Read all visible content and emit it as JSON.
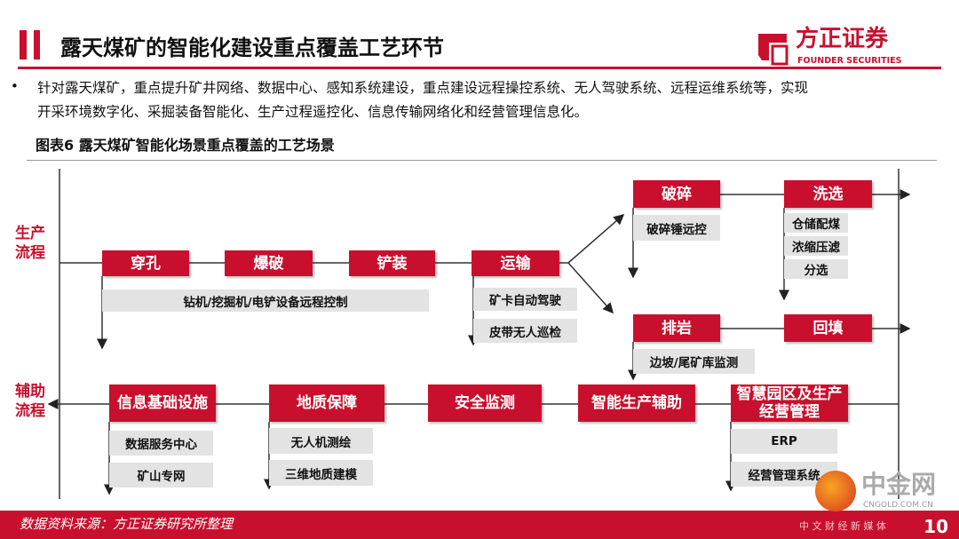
{
  "header": {
    "title": "露天煤矿的智能化建设重点覆盖工艺环节",
    "logo_cn": "方正证券",
    "logo_en": "FOUNDER SECURITIES"
  },
  "bullet": {
    "line1": "针对露天煤矿，重点提升矿井网络、数据中心、感知系统建设，重点建设远程操控系统、无人驾驶系统、远程运维系统等，实现",
    "line2": "开采环境数字化、采掘装备智能化、生产过程遥控化、信息传输网络化和经营管理信息化。"
  },
  "caption": "图表6 露天煤矿智能化场景重点覆盖的工艺场景",
  "diagram": {
    "production_label": "生产流程",
    "auxiliary_label": "辅助流程",
    "production": [
      "穿孔",
      "爆破",
      "铲装",
      "运输"
    ],
    "equipment": "钻机/挖掘机/电铲设备远程控制",
    "transport_sub": [
      "矿卡自动驾驶",
      "皮带无人巡检"
    ],
    "crush": "破碎",
    "crush_sub": "破碎锤远控",
    "wash": "洗选",
    "wash_sub": [
      "仓储配煤",
      "浓缩压滤",
      "分选"
    ],
    "dump": "排岩",
    "dump_sub": "边坡/尾矿库监测",
    "backfill": "回填",
    "auxiliary": [
      "信息基础设施",
      "地质保障",
      "安全监测",
      "智能生产辅助",
      "智慧园区及生产经营管理"
    ],
    "info_sub": [
      "数据服务中心",
      "矿山专网"
    ],
    "geo_sub": [
      "无人机测绘",
      "三维地质建模"
    ],
    "park_sub": [
      "ERP",
      "经营管理系统"
    ]
  },
  "footer": {
    "source": "数据资料来源：方正证券研究所整理",
    "page": "10"
  },
  "watermark": {
    "name": "中金网",
    "url": "CNGOLD.COM.CN",
    "slogan": "中 文 财 经 新 媒 体"
  }
}
